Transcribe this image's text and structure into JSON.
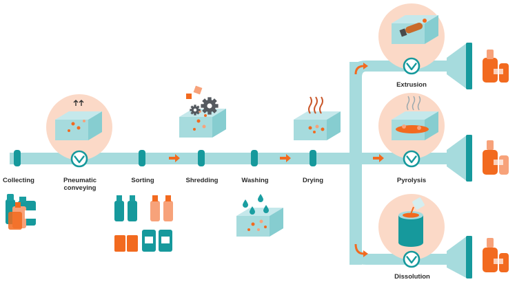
{
  "stages": [
    {
      "id": "collecting",
      "label": "Collecting"
    },
    {
      "id": "pneumatic",
      "label": "Pneumatic\nconveying"
    },
    {
      "id": "sorting",
      "label": "Sorting"
    },
    {
      "id": "shredding",
      "label": "Shredding"
    },
    {
      "id": "washing",
      "label": "Washing"
    },
    {
      "id": "drying",
      "label": "Drying"
    },
    {
      "id": "extrusion",
      "label": "Extrusion"
    },
    {
      "id": "pyrolysis",
      "label": "Pyrolysis"
    },
    {
      "id": "dissolution",
      "label": "Dissolution"
    }
  ],
  "colors": {
    "pipe": "#a6dbdd",
    "joint": "#16999c",
    "teal": "#1a9ea1",
    "orange": "#f26a1f",
    "peach": "#fbd9c7",
    "light_orange": "#f7a27a"
  },
  "icons": [
    "valve-icon",
    "arrow-right-icon",
    "gear-icon",
    "bottle-icon",
    "droplet-icon",
    "heat-wave-icon",
    "outlet-funnel-icon"
  ]
}
